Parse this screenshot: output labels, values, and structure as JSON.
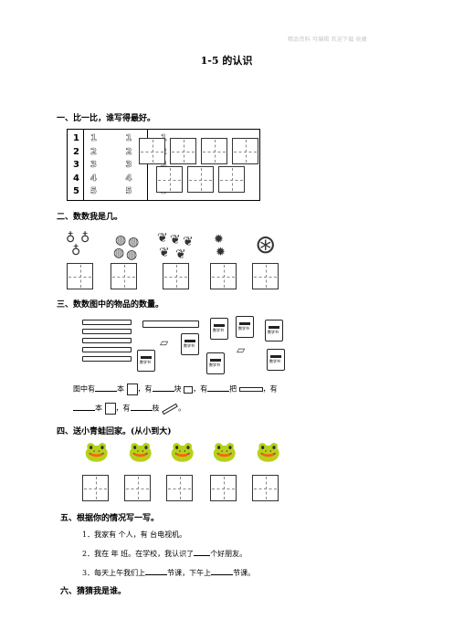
{
  "watermark": "精品资料 可编辑 欢迎下载 收藏",
  "title": "1-5 的认识",
  "section1": {
    "heading": "一、比一比，谁写得最好。",
    "numbers": [
      "1",
      "2",
      "3",
      "4",
      "5"
    ],
    "traces": [
      "1 1 1",
      "2 2 2",
      "3 3 3",
      "4 4 4",
      "5 5 5"
    ]
  },
  "section2": {
    "heading": "二、数数我是几。"
  },
  "section3": {
    "heading": "三、数数图中的物品的数量。",
    "line1": {
      "prefix": "图中有",
      "t1": "本",
      "t2": "，有",
      "t3": "块",
      "t4": "，有",
      "t5": "把",
      "t6": "，有"
    },
    "line2": {
      "t1": "本",
      "t2": "，有",
      "t3": "枝",
      "t4": "。"
    },
    "book_label": "数学书"
  },
  "section4": {
    "heading": "四、送小青蛙回家。(从小到大)"
  },
  "section5": {
    "heading": "五、根据你的情况写一写。",
    "items": [
      "1．我家有      个人，有      台电视机。",
      "2．我在    年    班。在学校，我认识了",
      "3．每天上午我们上"
    ],
    "item2_tail": "个好朋友。",
    "item3_mid": "节课，下午上",
    "item3_tail": "节课。"
  },
  "section6": {
    "heading": "六、猜猜我是谁。"
  }
}
